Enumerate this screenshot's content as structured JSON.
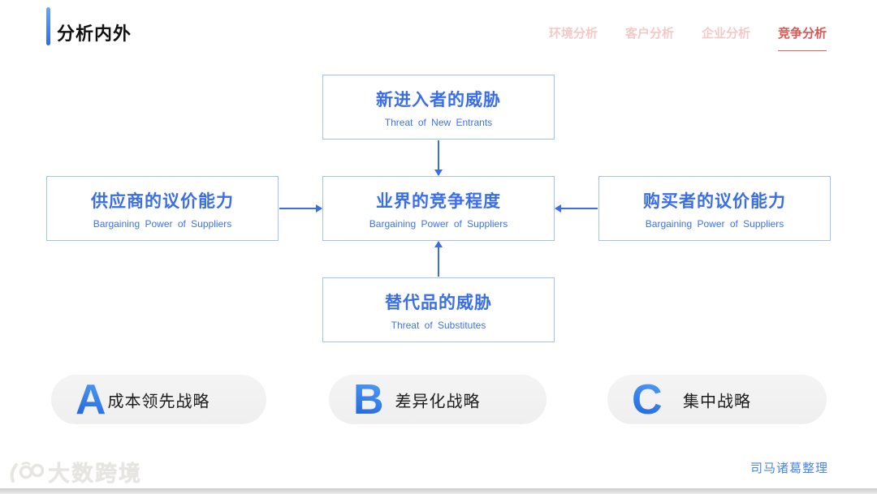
{
  "page": {
    "title": "分析内外",
    "credit": "司马诸葛整理",
    "watermark": "大数跨境"
  },
  "nav": {
    "items": [
      {
        "label": "环境分析",
        "active": false
      },
      {
        "label": "客户分析",
        "active": false
      },
      {
        "label": "企业分析",
        "active": false
      },
      {
        "label": "竞争分析",
        "active": true
      }
    ]
  },
  "diagram": {
    "boxes": {
      "top": {
        "title": "新进入者的威胁",
        "subtitle": "Threat of New Entrants"
      },
      "left": {
        "title": "供应商的议价能力",
        "subtitle": "Bargaining Power of Suppliers"
      },
      "center": {
        "title": "业界的竞争程度",
        "subtitle": "Bargaining Power of Suppliers"
      },
      "right": {
        "title": "购买者的议价能力",
        "subtitle": "Bargaining Power of Suppliers"
      },
      "bottom": {
        "title": "替代品的威胁",
        "subtitle": "Threat of Substitutes"
      }
    },
    "arrows": [
      "top-to-center",
      "left-to-center",
      "right-to-center",
      "bottom-to-center"
    ]
  },
  "strategies": [
    {
      "letter": "A",
      "label": "成本领先战略"
    },
    {
      "letter": "B",
      "label": "差异化战略"
    },
    {
      "letter": "C",
      "label": "集中战略"
    }
  ],
  "colors": {
    "accent_blue": "#3a6ee8",
    "box_border": "#a2c1f2",
    "nav_active_red": "#dc5552",
    "nav_inactive_pink": "#f4c9c7",
    "pill_background": "#f1f1f2"
  }
}
